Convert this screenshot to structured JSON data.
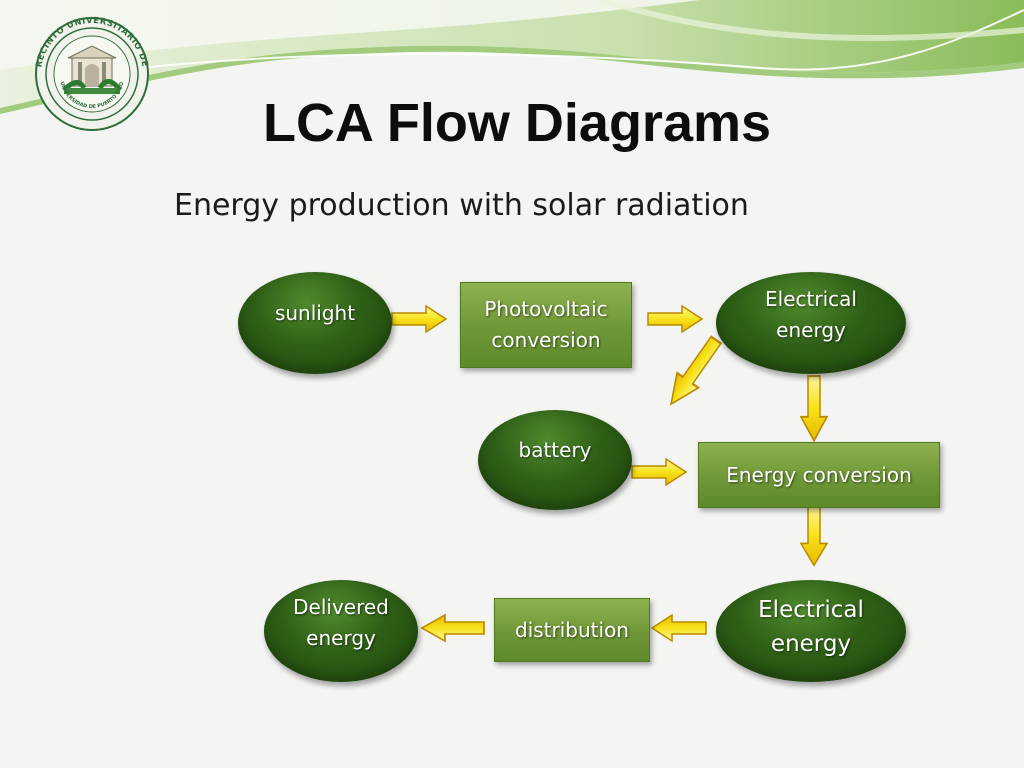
{
  "slide": {
    "title": "LCA Flow Diagrams",
    "subtitle": "Energy production with solar radiation"
  },
  "nodes": {
    "sunlight": "sunlight",
    "pv_line1": "Photovoltaic",
    "pv_line2": "conversion",
    "elec1_line1": "Electrical",
    "elec1_line2": "energy",
    "battery": "battery",
    "energy_conversion": "Energy conversion",
    "elec2_line1": "Electrical",
    "elec2_line2": "energy",
    "distribution": "distribution",
    "delivered_line1": "Delivered",
    "delivered_line2": "energy"
  },
  "colors": {
    "ellipse_green": "#2e5e16",
    "rect_green": "#6f9737",
    "arrow_yellow": "#f7e21a",
    "arrow_outline": "#b88a00",
    "banner_green": "#bcd89a"
  },
  "logo": {
    "ring_text": "RECINTO UNIVERSITARIO DE MAYAGÜEZ",
    "inner_text": "UNIVERSIDAD DE PUERTO RICO"
  }
}
